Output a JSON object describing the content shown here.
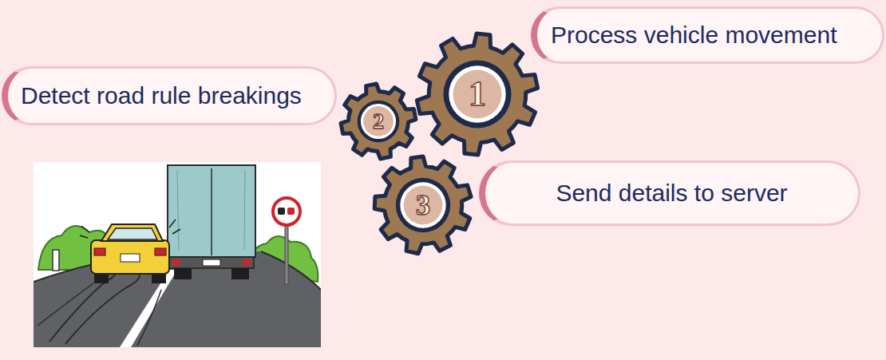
{
  "diagram": {
    "nodes": [
      {
        "text": [
          "Process vehicle movement"
        ]
      },
      {
        "text": [
          "Detect road rule breakings"
        ]
      },
      {
        "text": [
          "1"
        ]
      },
      {
        "text": [
          "2"
        ]
      },
      {
        "text": [
          "3"
        ]
      },
      {
        "text": [
          "Send details to server"
        ]
      }
    ]
  }
}
